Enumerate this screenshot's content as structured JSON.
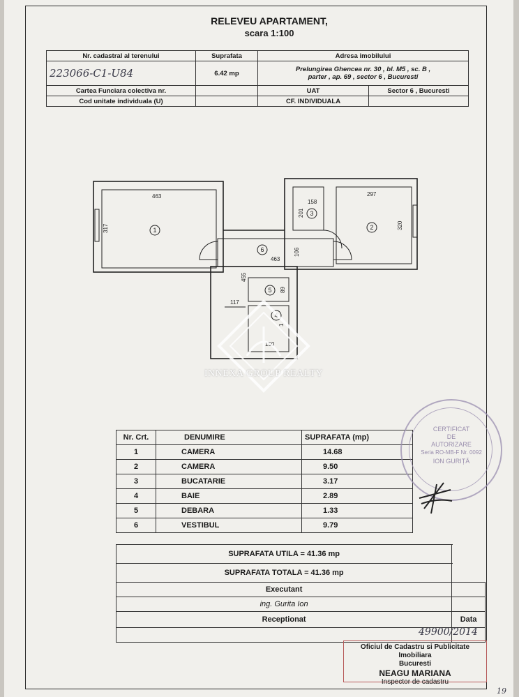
{
  "header": {
    "title": "RELEVEU APARTAMENT,",
    "scale": "scara 1:100"
  },
  "info": {
    "cadastral_label": "Nr. cadastral al terenului",
    "cadastral_value": "223066-C1-U84",
    "surface_label": "Suprafata",
    "surface_value": "6.42 mp",
    "address_label": "Adresa imobilului",
    "address_line1": "Prelungirea Ghencea nr. 30 , bl. M5 , sc. B ,",
    "address_line2": "parter , ap. 69 , sector 6 , Bucuresti",
    "carte_label": "Cartea Funciara colectiva nr.",
    "uat_label": "UAT",
    "uat_value": "Sector 6 , Bucuresti",
    "cod_label": "Cod unitate individuala (U)",
    "cf_label": "CF. INDIVIDUALA"
  },
  "plan": {
    "dims": {
      "d463top": "463",
      "d317": "317",
      "d297": "297",
      "d320": "320",
      "d158": "158",
      "d201": "201",
      "d106": "106",
      "d463mid": "463",
      "d455": "455",
      "d89": "89",
      "d117": "117",
      "d150": "150",
      "d1xx": "1"
    },
    "room_numbers": [
      "1",
      "2",
      "3",
      "6",
      "5",
      "4"
    ]
  },
  "rooms_table": {
    "headers": [
      "Nr. Crt.",
      "DENUMIRE",
      "SUPRAFATA (mp)"
    ],
    "rows": [
      {
        "nr": "1",
        "name": "CAMERA",
        "area": "14.68"
      },
      {
        "nr": "2",
        "name": "CAMERA",
        "area": "9.50"
      },
      {
        "nr": "3",
        "name": "BUCATARIE",
        "area": "3.17"
      },
      {
        "nr": "4",
        "name": "BAIE",
        "area": "2.89"
      },
      {
        "nr": "5",
        "name": "DEBARA",
        "area": "1.33"
      },
      {
        "nr": "6",
        "name": "VESTIBUL",
        "area": "9.79"
      }
    ],
    "util": "SUPRAFATA UTILA = 41.36 mp",
    "total": "SUPRAFATA TOTALA = 41.36 mp"
  },
  "signoff": {
    "executant": "Executant",
    "engineer": "ing. Gurita Ion",
    "receptionat": "Receptionat",
    "data": "Data",
    "handwritten_number": "49900/2014"
  },
  "stamps": {
    "certificate": [
      "CERTIFICAT",
      "DE",
      "AUTORIZARE",
      "Seria RO-MB-F Nr. 0092",
      "ION GURIȚĂ"
    ],
    "office_line1": "Oficiul de Cadastru si Publicitate Imobiliara",
    "office_line2": "Bucuresti",
    "inspector_name": "NEAGU MARIANA",
    "inspector_title": "Inspector de cadastru"
  },
  "watermark": "INNEXA GROUP REALTY",
  "page_number": "19"
}
